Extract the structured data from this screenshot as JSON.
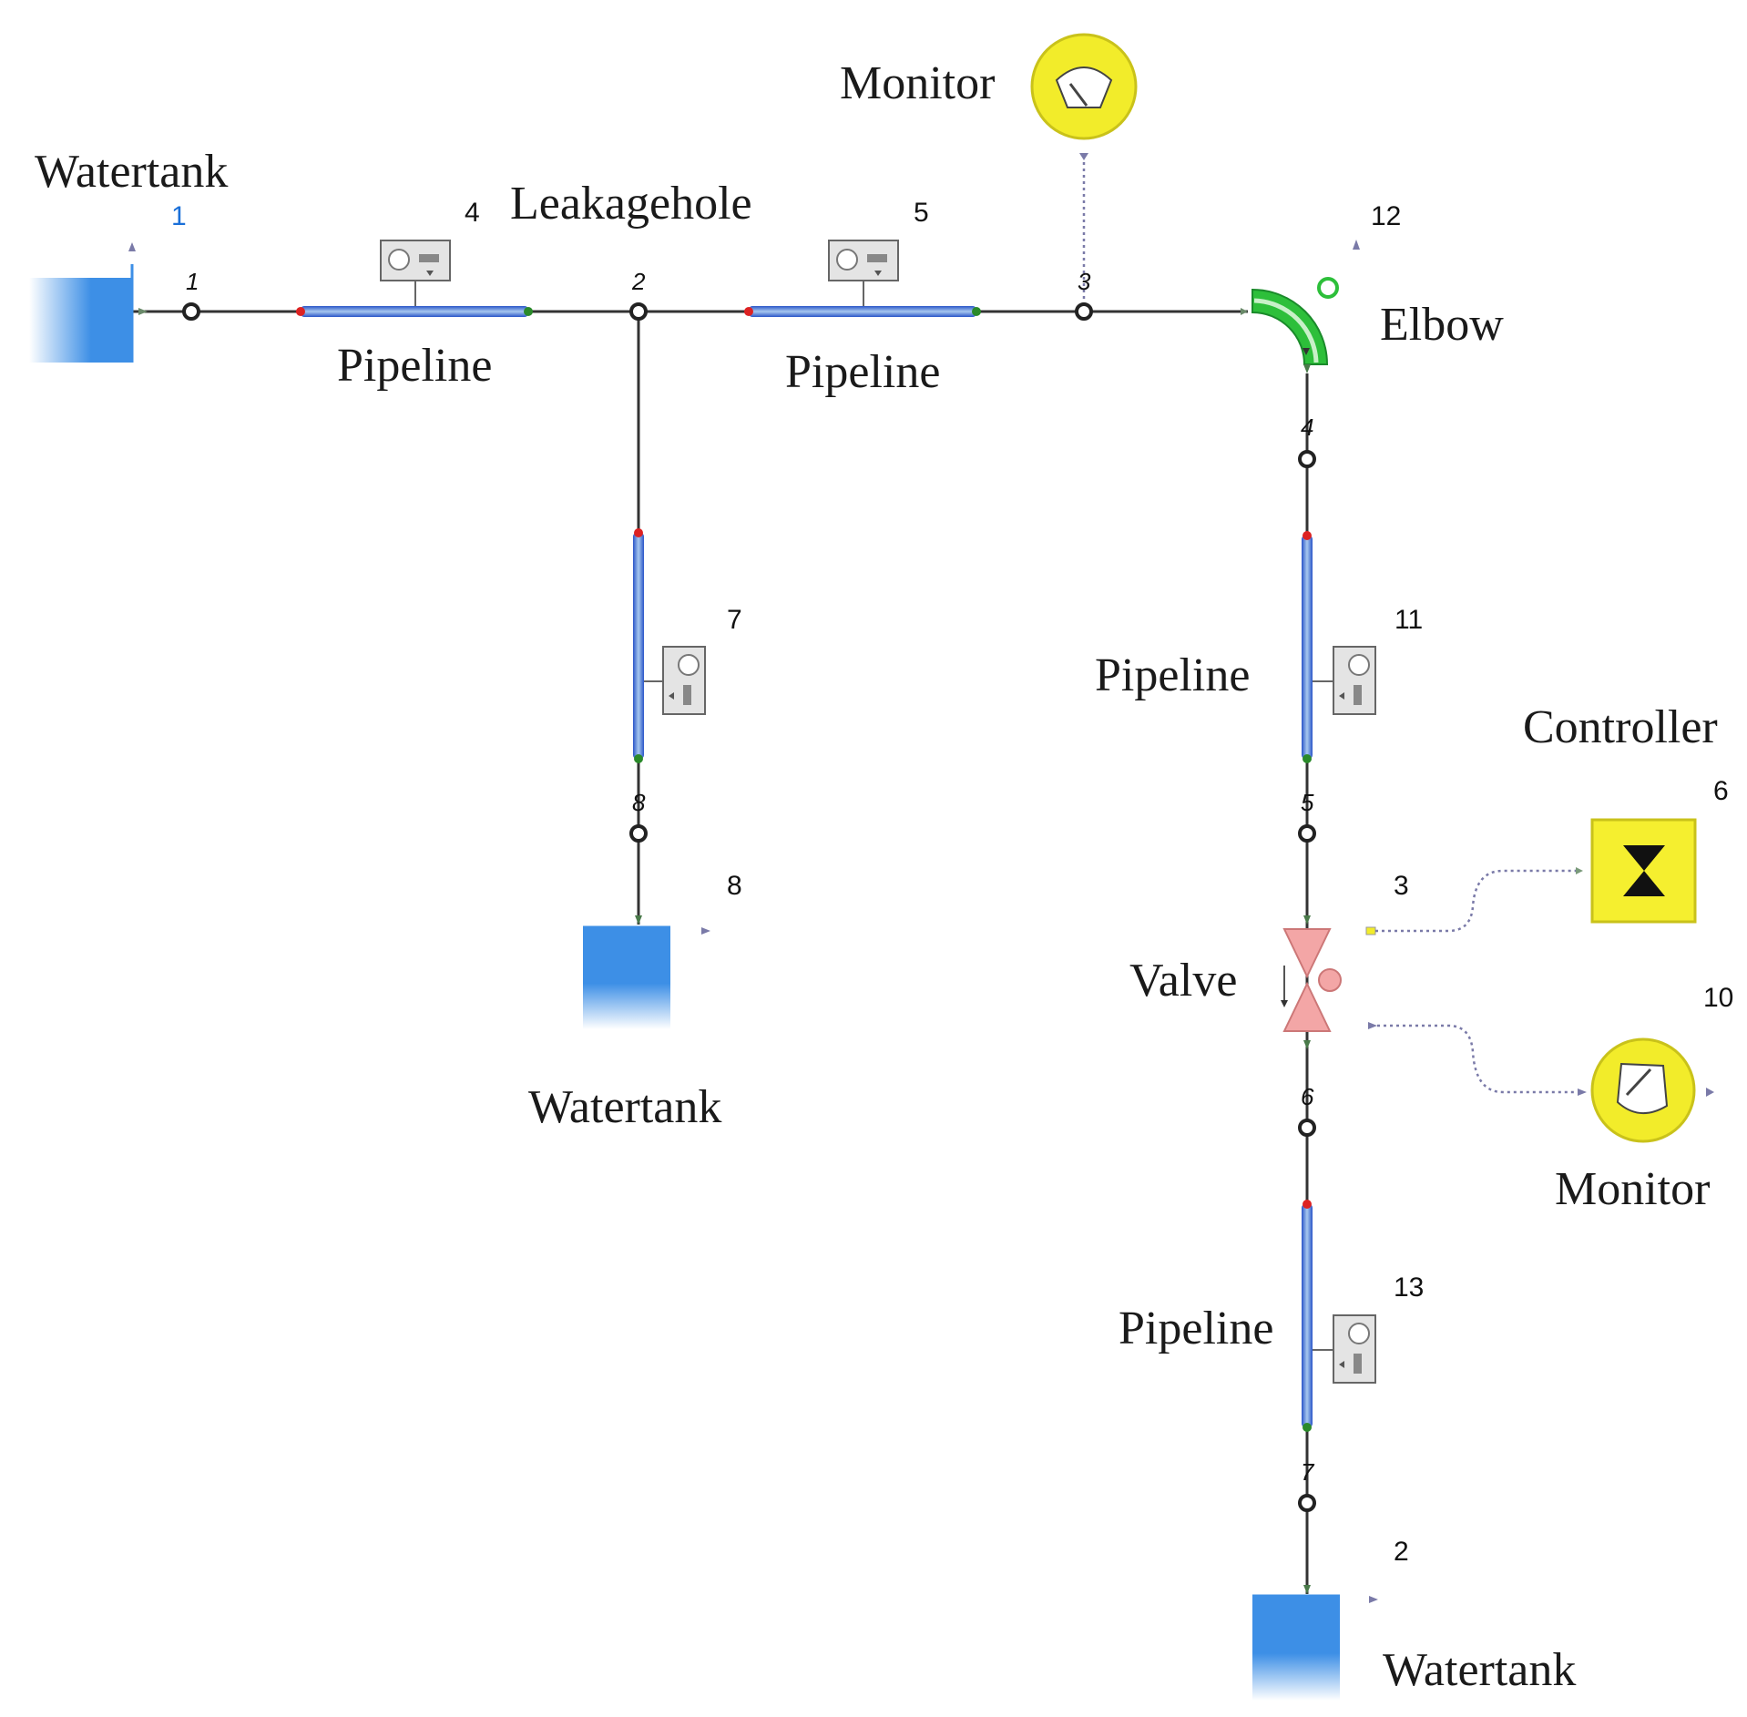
{
  "labels": {
    "watertank_1": "Watertank",
    "watertank_2": "Watertank",
    "watertank_8": "Watertank",
    "pipeline_4": "Pipeline",
    "pipeline_5": "Pipeline",
    "pipeline_11": "Pipeline",
    "pipeline_13": "Pipeline",
    "leakagehole": "Leakagehole",
    "monitor_top": "Monitor",
    "monitor_10": "Monitor",
    "elbow": "Elbow",
    "controller": "Controller",
    "valve": "Valve"
  },
  "component_numbers": {
    "c1": "1",
    "c2": "2",
    "c3": "3",
    "c4": "4",
    "c5": "5",
    "c6": "6",
    "c7": "7",
    "c8": "8",
    "c10": "10",
    "c11": "11",
    "c12": "12",
    "c13": "13"
  },
  "node_ids": {
    "n1": "1",
    "n2": "2",
    "n3": "3",
    "n4": "4",
    "n5": "5",
    "n6": "6",
    "n7": "7",
    "n8": "8"
  },
  "colors": {
    "tank_blue": "#3d8fe6",
    "pipe_blue": "#5aa0e0",
    "elbow_green": "#2dbf3a",
    "monitor_yellow": "#f2ec2a",
    "controller_yellow": "#f5ef2f",
    "valve_pink": "#f3a6a6"
  }
}
